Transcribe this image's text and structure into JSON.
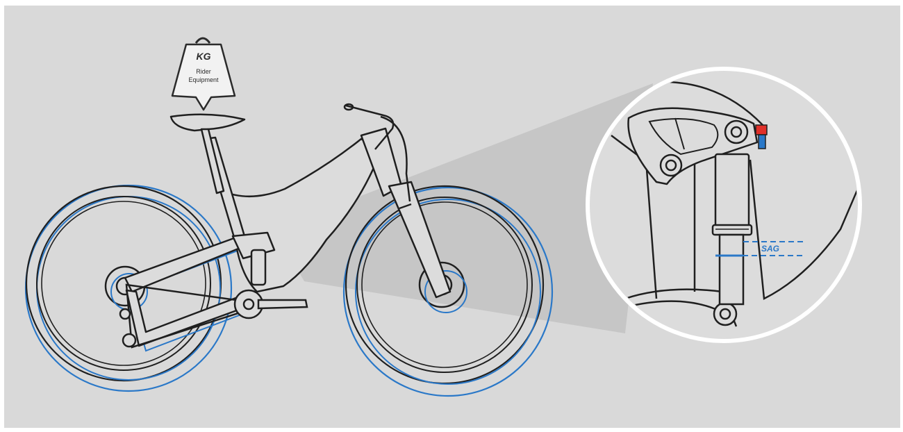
{
  "weight": {
    "unit": "KG",
    "line1": "Rider",
    "line2": "Equipment"
  },
  "detail": {
    "sag_label": "SAG"
  },
  "colors": {
    "background": "#d9d9d9",
    "line": "#1f1f1f",
    "sag_blue": "#2a78c8",
    "valve_red": "#e0302a",
    "cone": "#c4c4c4",
    "circle_fill": "#dcdcdc"
  }
}
